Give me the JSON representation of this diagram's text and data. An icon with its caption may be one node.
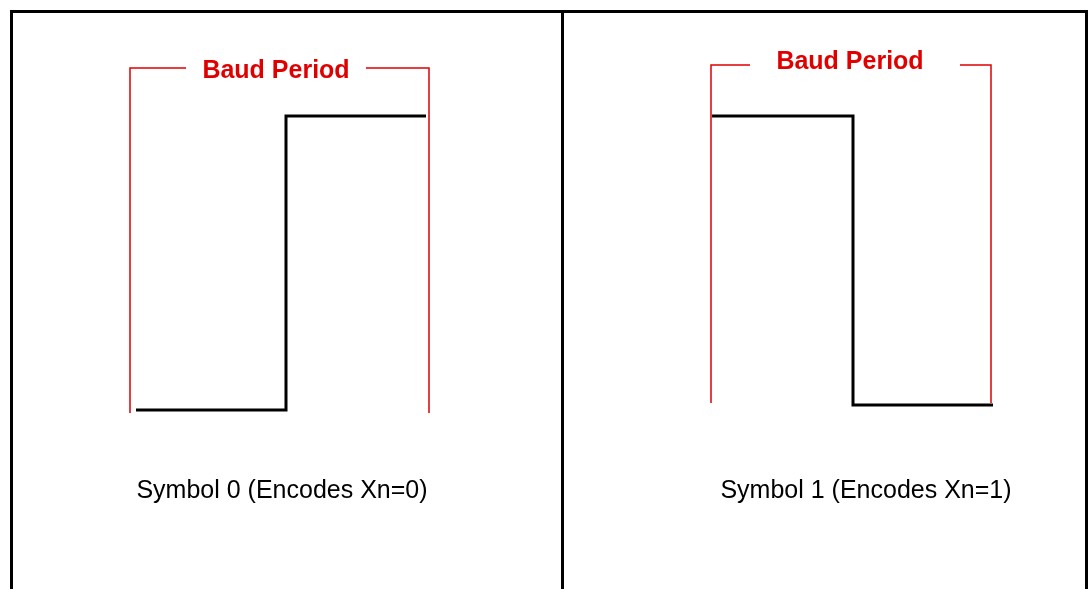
{
  "diagram": {
    "nodes": [
      {
        "text": [
          "Symbol 0 (Encodes Xn=0)"
        ]
      },
      {
        "text": [
          "Symbol 1 (Encodes Xn=1)"
        ]
      }
    ],
    "labels": [
      "Baud Period",
      "Baud Period"
    ]
  }
}
